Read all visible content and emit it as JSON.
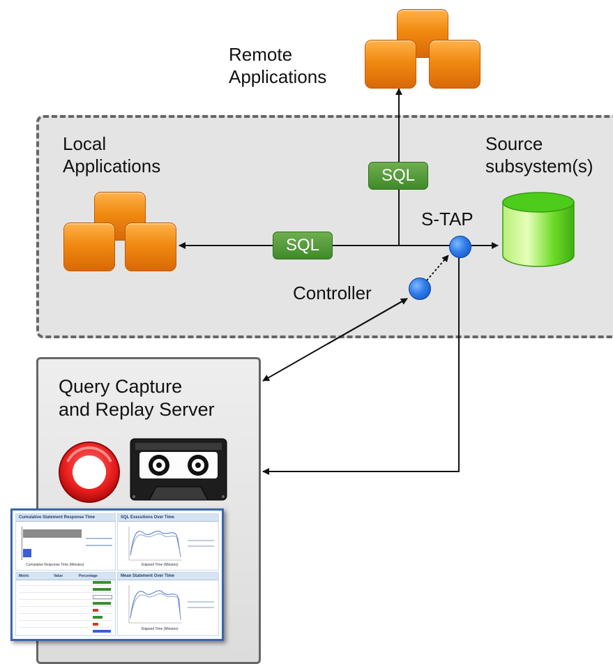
{
  "labels": {
    "remote_apps": "Remote\nApplications",
    "local_apps": "Local\nApplications",
    "source": "Source\nsubsystem(s)",
    "stap": "S-TAP",
    "controller": "Controller",
    "server": "Query Capture\nand Replay Server"
  },
  "sql_badges": [
    "SQL",
    "SQL"
  ],
  "icons": {
    "remote": "application-cubes-icon",
    "local": "application-cubes-icon",
    "db": "database-cylinder-icon",
    "record": "record-button-icon",
    "tape": "cassette-tape-icon",
    "report": "report-screenshot-icon"
  },
  "report": {
    "panel1_title": "Cumulative Statement Response Time",
    "panel2_title": "SQL Executions Over Time",
    "panel3_title": "Metric",
    "panel3_cols": [
      "Metric",
      "Value",
      "Percentage"
    ],
    "panel4_title": "Mean Statement Over Time",
    "x_caption1": "Cumulative Response Time (Minutes)",
    "x_caption2": "Elapsed Time (Minutes)",
    "x_caption3": "Elapsed Time (Minutes)"
  },
  "colors": {
    "orange": "#f08a10",
    "green_sql": "#4f9a35",
    "cylinder": "#6fdc2a",
    "blue_dot": "#2f7be8",
    "zone_bg": "#e6e6e6"
  }
}
